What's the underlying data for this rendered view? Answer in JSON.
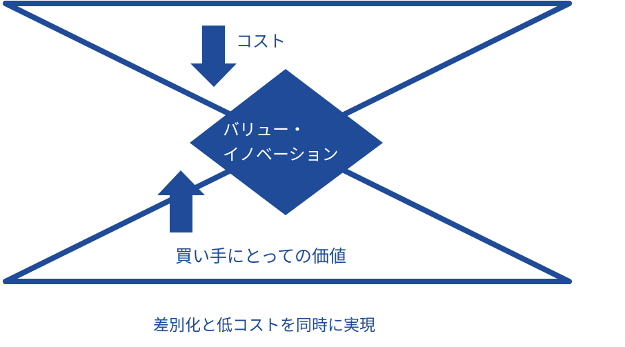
{
  "colors": {
    "primary": "#1f4b99",
    "on_primary": "#ffffff"
  },
  "labels": {
    "cost": "コスト",
    "value_innovation_line1": "バリュー・",
    "value_innovation_line2": "イノベーション",
    "buyer_value": "買い手にとっての価値",
    "caption": "差別化と低コストを同時に実現"
  }
}
